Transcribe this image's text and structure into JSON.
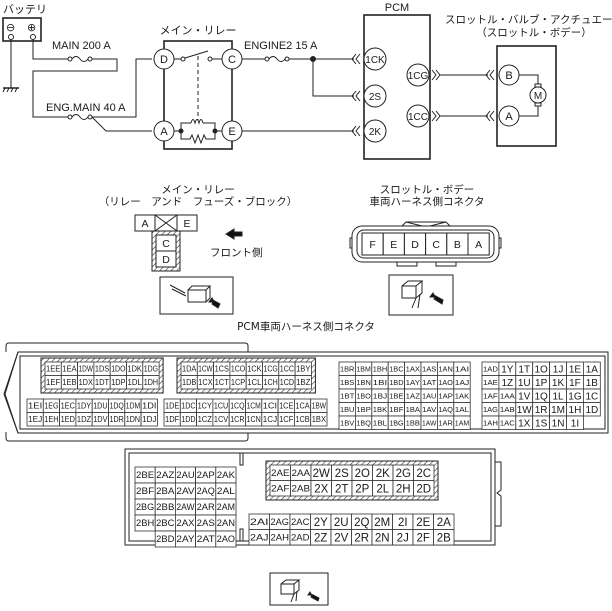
{
  "schematic": {
    "battery_label": "バッテリ",
    "battery_neg": "⊖",
    "battery_pos": "⊕",
    "fuse_main": "MAIN 200 A",
    "fuse_eng_main": "ENG.MAIN 40 A",
    "fuse_engine2": "ENGINE2 15 A",
    "relay_title": "メイン・リレー",
    "relay_pins": {
      "D": "D",
      "C": "C",
      "A": "A",
      "E": "E"
    },
    "pcm_title": "PCM",
    "pcm_pins": {
      "ck": "1CK",
      "s2": "2S",
      "k2": "2K",
      "cg": "1CG",
      "cc": "1CC"
    },
    "actuator_title": "スロットル・バルブ・アクチュエータ",
    "actuator_subtitle": "（スロットル・ボデー）",
    "actuator_pins": {
      "B": "B",
      "A": "A"
    },
    "motor": "M"
  },
  "relay_connector": {
    "title": "メイン・リレー",
    "subtitle": "（リレー　アンド　フューズ・ブロック）",
    "pins_top": [
      "A",
      "E"
    ],
    "pins_col": [
      "C",
      "D"
    ],
    "front_label": "フロント側"
  },
  "throttle_connector": {
    "title": "スロットル・ボデー",
    "subtitle": "車両ハーネス側コネクタ",
    "pins": [
      "F",
      "E",
      "D",
      "C",
      "B",
      "A"
    ]
  },
  "pcm_connector": {
    "title": "PCM車両ハーネス側コネクタ",
    "blockA": [
      [
        "1EE",
        "1EA",
        "1DW",
        "1DS",
        "1DO",
        "1DK",
        "1DG"
      ],
      [
        "1EF",
        "1EB",
        "1DX",
        "1DT",
        "1DP",
        "1DL",
        "1DH"
      ]
    ],
    "blockB": [
      [
        "1DA",
        "1CW",
        "1CS",
        "1CO",
        "1CK",
        "1CG",
        "1CC",
        "1BY"
      ],
      [
        "1DB",
        "1CX",
        "1CT",
        "1CP",
        "1CL",
        "1CH",
        "1CD",
        "1BZ"
      ]
    ],
    "blockC": [
      [
        "1EI",
        "1EG",
        "1EC",
        "1DY",
        "1DU",
        "1DQ",
        "1DM",
        "1DI"
      ],
      [
        "1EJ",
        "1EH",
        "1ED",
        "1DZ",
        "1DV",
        "1DR",
        "1DN",
        "1DJ"
      ]
    ],
    "blockD": [
      [
        "1DE",
        "1DC",
        "1CY",
        "1CU",
        "1CQ",
        "1CM",
        "1CI",
        "1CE",
        "1CA",
        "1BW"
      ],
      [
        "1DF",
        "1DD",
        "1CZ",
        "1CV",
        "1CR",
        "1CN",
        "1CJ",
        "1CF",
        "1CB",
        "1BX"
      ]
    ],
    "blockE": [
      [
        "1BR",
        "1BM",
        "1BH",
        "1BC",
        "1AX",
        "1AS",
        "1AN",
        "1AI"
      ],
      [
        "1BS",
        "1BN",
        "1BI",
        "1BD",
        "1AY",
        "1AT",
        "1AO",
        "1AJ"
      ],
      [
        "1BT",
        "1BO",
        "1BJ",
        "1BE",
        "1AZ",
        "1AU",
        "1AP",
        "1AK"
      ],
      [
        "1BU",
        "1BP",
        "1BK",
        "1BF",
        "1BA",
        "1AV",
        "1AQ",
        "1AL"
      ],
      [
        "1BV",
        "1BQ",
        "1BL",
        "1BG",
        "1BB",
        "1AW",
        "1AR",
        "1AM"
      ]
    ],
    "blockF": [
      [
        "1AD",
        "1Y",
        "1T",
        "1O",
        "1J",
        "1E",
        "1A"
      ],
      [
        "1AE",
        "1Z",
        "1U",
        "1P",
        "1K",
        "1F",
        "1B"
      ],
      [
        "1AF",
        "1AA",
        "1V",
        "1Q",
        "1L",
        "1G",
        "1C"
      ],
      [
        "1AG",
        "1AB",
        "1W",
        "1R",
        "1M",
        "1H",
        "1D"
      ],
      [
        "1AH",
        "1AC",
        "1X",
        "1S",
        "1N",
        "1I",
        ""
      ]
    ],
    "blockG": [
      [
        "2BE",
        "2AZ",
        "2AU",
        "2AP",
        "2AK"
      ],
      [
        "2BF",
        "2BA",
        "2AV",
        "2AQ",
        "2AL"
      ],
      [
        "2BG",
        "2BB",
        "2AW",
        "2AR",
        "2AM"
      ],
      [
        "2BH",
        "2BC",
        "2AX",
        "2AS",
        "2AN"
      ],
      [
        "",
        "2BD",
        "2AY",
        "2AT",
        "2AO"
      ]
    ],
    "blockH": [
      [
        "2AE",
        "2AA",
        "2W",
        "2S",
        "2O",
        "2K",
        "2G",
        "2C"
      ],
      [
        "2AF",
        "2AB",
        "2X",
        "2T",
        "2P",
        "2L",
        "2H",
        "2D"
      ]
    ],
    "blockI": [
      [
        "2AI",
        "2AG",
        "2AC",
        "2Y",
        "2U",
        "2Q",
        "2M",
        "2I",
        "2E",
        "2A"
      ],
      [
        "2AJ",
        "2AH",
        "2AD",
        "2Z",
        "2V",
        "2R",
        "2N",
        "2J",
        "2F",
        "2B"
      ]
    ]
  }
}
